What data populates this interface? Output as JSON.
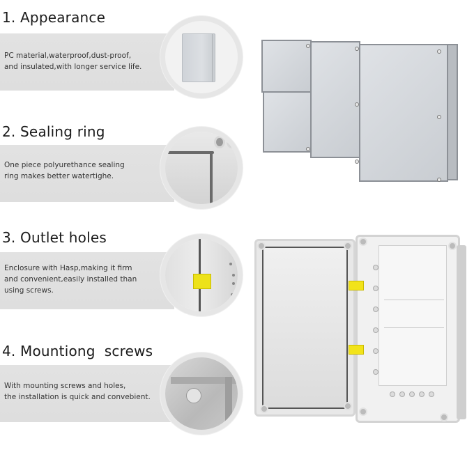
{
  "features": [
    {
      "title": "1. Appearance",
      "description": "PC material,waterproof,dust-proof,\nand insulated,with longer service life.",
      "image": "enclosure-closed-thumbnail"
    },
    {
      "title": "2. Sealing ring",
      "description": "One piece polyurethance sealing\nring makes better watertighe.",
      "image": "sealing-ring-closeup"
    },
    {
      "title": "3. Outlet holes",
      "description": "Enclosure with Hasp,making it firm\nand convenient,easily installed than\nusing screws.",
      "image": "hasp-closeup"
    },
    {
      "title": "4. Mountiong  screws",
      "description": "With mounting screws and holes,\nthe installation is quick and convebient.",
      "image": "mounting-screw-closeup"
    }
  ],
  "product_images": [
    {
      "name": "enclosures-row",
      "description": "Row of grey closed enclosures of different sizes"
    },
    {
      "name": "open-enclosure",
      "description": "Open grey enclosure with yellow hasps and sealed door"
    }
  ],
  "colors": {
    "band": "#e0e0e0",
    "circle_border": "#e6e6e6",
    "hasp_yellow": "#ede21a",
    "title_text": "#1a1a1a",
    "desc_text": "#333333"
  }
}
